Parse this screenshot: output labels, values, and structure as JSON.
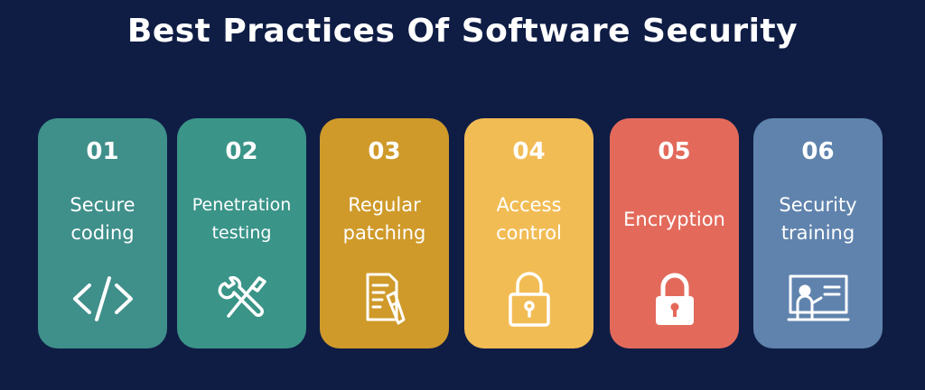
{
  "title": "Best Practices Of Software Security",
  "cards": [
    {
      "number": "01",
      "label": "Secure coding",
      "icon": "code-icon",
      "color": "#3f8f8a"
    },
    {
      "number": "02",
      "label": "Penetration testing",
      "icon": "tools-icon",
      "color": "#3a9488"
    },
    {
      "number": "03",
      "label": "Regular patching",
      "icon": "document-pen-icon",
      "color": "#cf9a2a"
    },
    {
      "number": "04",
      "label": "Access control",
      "icon": "lock-outline-icon",
      "color": "#f2bc55"
    },
    {
      "number": "05",
      "label": "Encryption",
      "icon": "lock-solid-icon",
      "color": "#e36a5b"
    },
    {
      "number": "06",
      "label": "Security training",
      "icon": "presentation-board-icon",
      "color": "#5f83ad"
    }
  ],
  "colors": {
    "background": "#0f1d45",
    "text": "#ffffff"
  }
}
